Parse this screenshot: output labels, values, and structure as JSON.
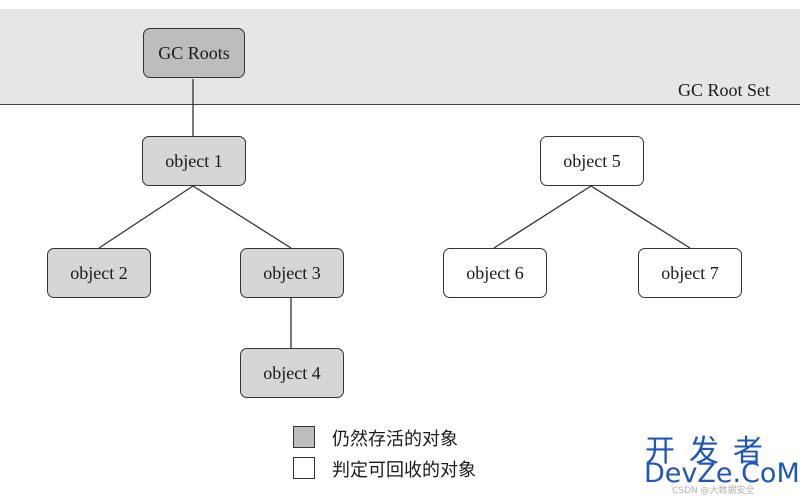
{
  "diagram": {
    "root_set_label": "GC Root Set",
    "nodes": {
      "gc_roots": "GC Roots",
      "object1": "object 1",
      "object2": "object 2",
      "object3": "object 3",
      "object4": "object 4",
      "object5": "object 5",
      "object6": "object 6",
      "object7": "object 7"
    },
    "legend": {
      "alive": "仍然存活的对象",
      "collectable": "判定可回收的对象"
    },
    "colors": {
      "root_band": "#e6e6e6",
      "alive_fill": "#d6d6d6",
      "collectable_fill": "#ffffff",
      "roots_fill": "#bdbdbd"
    }
  },
  "watermark": {
    "line1": "开发者",
    "line2": "DevZe.CoM",
    "small": "CSDN @大数据安全"
  }
}
